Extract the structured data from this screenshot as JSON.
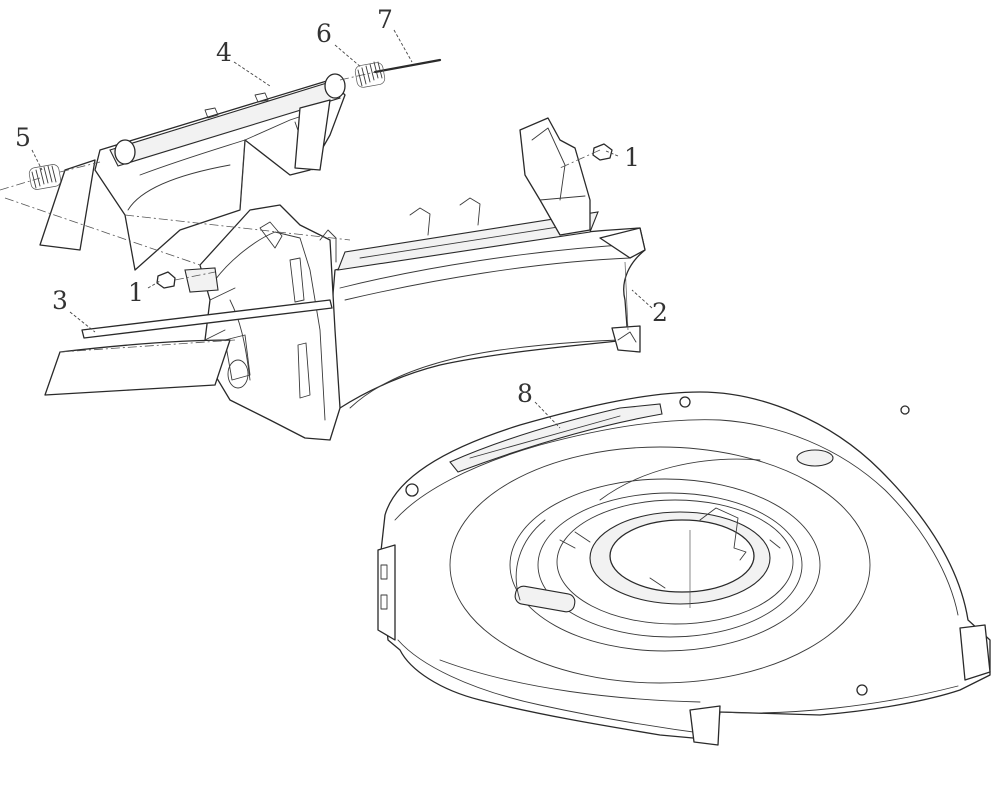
{
  "callouts": [
    {
      "id": "label-1-right",
      "text": "1"
    },
    {
      "id": "label-2",
      "text": "2"
    },
    {
      "id": "label-3",
      "text": "3"
    },
    {
      "id": "label-4",
      "text": "4"
    },
    {
      "id": "label-5",
      "text": "5"
    },
    {
      "id": "label-6",
      "text": "6"
    },
    {
      "id": "label-7",
      "text": "7"
    },
    {
      "id": "label-1-left",
      "text": "1"
    },
    {
      "id": "label-8",
      "text": "8"
    }
  ],
  "colors": {
    "line": "#2a2a2a",
    "background": "#ffffff",
    "label": "#333333"
  }
}
